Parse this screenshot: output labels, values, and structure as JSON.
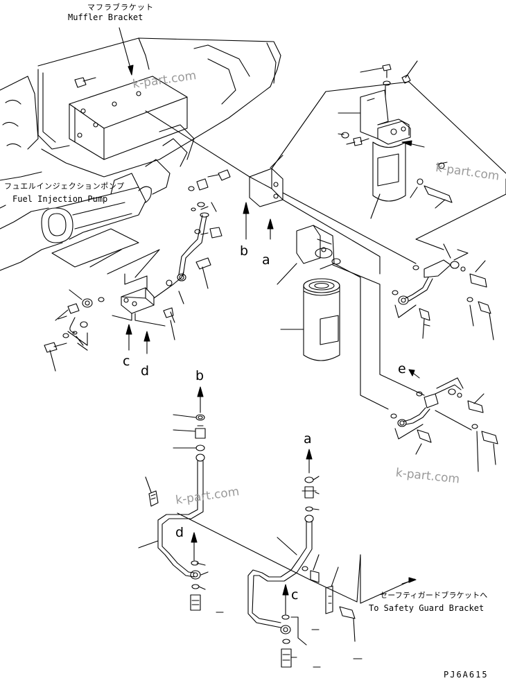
{
  "labels": {
    "muffler_bracket_jp": "マフラブラケット",
    "muffler_bracket_en": "Muffler Bracket",
    "fuel_pump_jp": "フュエルインジェクションポンプ",
    "fuel_pump_en": "Fuel Injection Pump",
    "safety_guard_jp": "セーフティガードブラケットへ",
    "safety_guard_en": "To Safety Guard Bracket"
  },
  "connection_refs": [
    "a",
    "b",
    "c",
    "d",
    "e"
  ],
  "watermark": "k-part.com",
  "drawing_code": "PJ6A615",
  "colors": {
    "line": "#000000",
    "watermark": "#9a9a9a",
    "background": "#ffffff"
  }
}
